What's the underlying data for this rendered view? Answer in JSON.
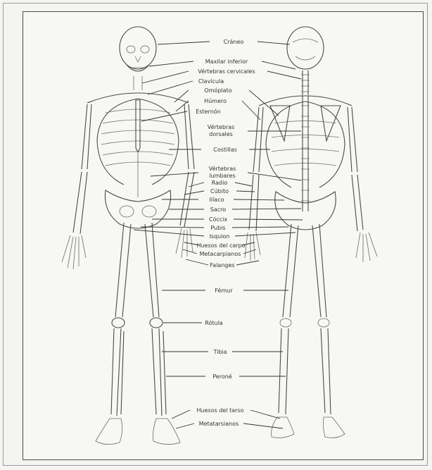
{
  "labels": [
    {
      "key": "craneo",
      "text": "Cráneo"
    },
    {
      "key": "maxilar",
      "text": "Maxilar inferior"
    },
    {
      "key": "vert_cerv",
      "text": "Vértebras cervicales"
    },
    {
      "key": "clavicula",
      "text": "Clavícula"
    },
    {
      "key": "omoplato",
      "text": "Omóplato"
    },
    {
      "key": "humero",
      "text": "Húmero"
    },
    {
      "key": "esternon",
      "text": "Esternón"
    },
    {
      "key": "vert_dors_1",
      "text": "Vértebras"
    },
    {
      "key": "vert_dors_2",
      "text": "dorsales"
    },
    {
      "key": "costillas",
      "text": "Costillas"
    },
    {
      "key": "vert_lumb_1",
      "text": "Vértebras"
    },
    {
      "key": "vert_lumb_2",
      "text": "lumbares"
    },
    {
      "key": "radio",
      "text": "Radio"
    },
    {
      "key": "cubito",
      "text": "Cúbito"
    },
    {
      "key": "iliaco",
      "text": "Ilíaco"
    },
    {
      "key": "sacro",
      "text": "Sacro"
    },
    {
      "key": "coccix",
      "text": "Cóccix"
    },
    {
      "key": "pubis",
      "text": "Pubis"
    },
    {
      "key": "isquion",
      "text": "Isquion"
    },
    {
      "key": "carpo",
      "text": "Huesos del carpo"
    },
    {
      "key": "metacarpo",
      "text": "Metacarpianos"
    },
    {
      "key": "falanges",
      "text": "Falanges"
    },
    {
      "key": "femur",
      "text": "Fémur"
    },
    {
      "key": "rotula",
      "text": "Rótula"
    },
    {
      "key": "tibia",
      "text": "Tibia"
    },
    {
      "key": "perone",
      "text": "Peroné"
    },
    {
      "key": "tarso",
      "text": "Huesos del tarso"
    },
    {
      "key": "metatarso",
      "text": "Metatarsianos"
    }
  ],
  "colors": {
    "line": "#333333",
    "paper": "#f7f7f5",
    "frame": "#4a4a4a"
  }
}
